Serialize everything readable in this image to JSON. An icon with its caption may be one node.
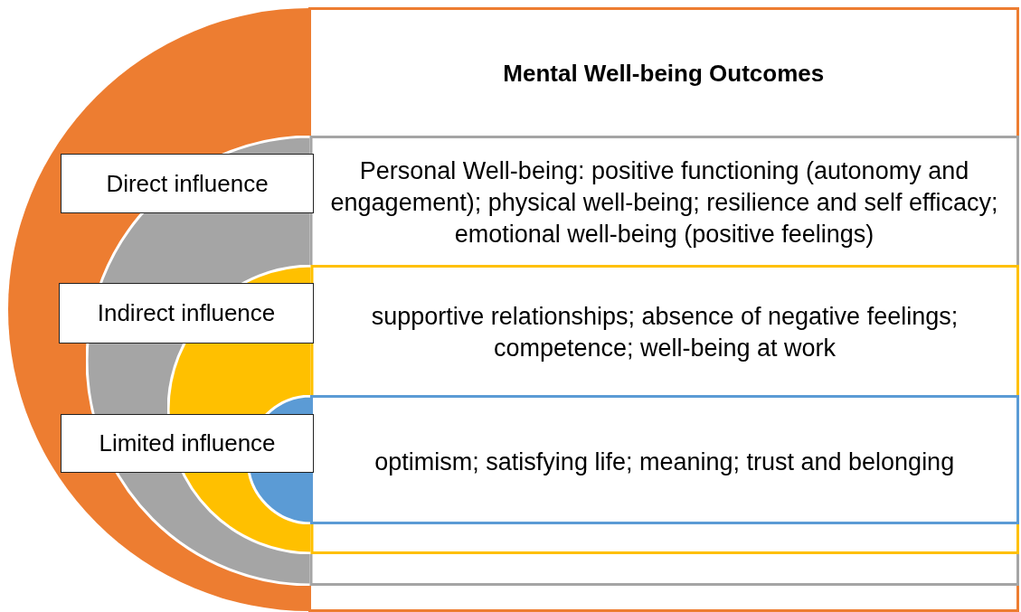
{
  "diagram": {
    "nodes": [
      {
        "text": [
          "Mental Well-being Outcomes"
        ]
      },
      {
        "text": [
          "Personal Well-being: positive functioning (autonomy and engagement); physical well-being; resilience and self efficacy; emotional well-being (positive feelings)"
        ],
        "in": 0
      },
      {
        "text": [
          "supportive relationships; absence of negative feelings; competence; well-being at work"
        ],
        "in": 1
      },
      {
        "text": [
          "optimism; satisfying life; meaning; trust and belonging"
        ],
        "in": 2
      },
      {
        "text": [
          "Direct influence"
        ]
      },
      {
        "text": [
          "Indirect influence"
        ]
      },
      {
        "text": [
          "Limited influence"
        ]
      }
    ],
    "edges": []
  }
}
